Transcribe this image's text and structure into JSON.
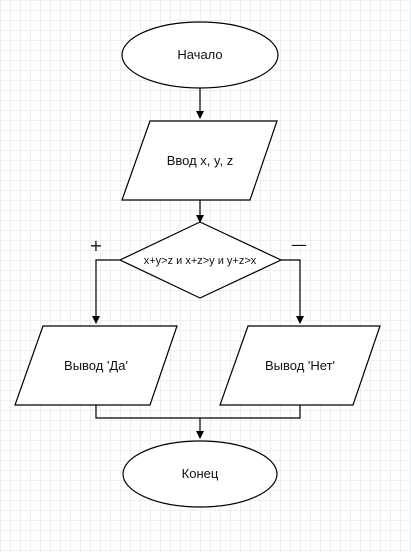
{
  "flowchart": {
    "start": "Начало",
    "input": "Ввод x, y, z",
    "condition": "x+y>z и x+z>y и y+z>x",
    "yes_branch": "+",
    "no_branch": "—",
    "output_yes": "Вывод 'Да'",
    "output_no": "Вывод 'Нет'",
    "end": "Конец"
  }
}
